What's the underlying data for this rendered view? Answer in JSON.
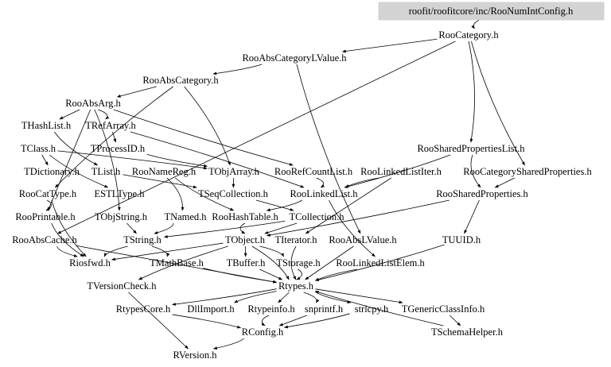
{
  "title": "roofit/roofitcore/inc/RooNumIntConfig.h",
  "root_fill": "#d3d3d3",
  "nodes": [
    {
      "id": "root",
      "label": "roofit/roofitcore/inc/RooNumIntConfig.h",
      "root": true
    },
    {
      "id": "RooCategory",
      "label": "RooCategory.h"
    },
    {
      "id": "RooAbsCategoryLValue",
      "label": "RooAbsCategoryLValue.h"
    },
    {
      "id": "RooAbsCategory",
      "label": "RooAbsCategory.h"
    },
    {
      "id": "RooAbsArg",
      "label": "RooAbsArg.h"
    },
    {
      "id": "THashList",
      "label": "THashList.h"
    },
    {
      "id": "TRefArray",
      "label": "TRefArray.h"
    },
    {
      "id": "TClass",
      "label": "TClass.h"
    },
    {
      "id": "TProcessID",
      "label": "TProcessID.h"
    },
    {
      "id": "RooSharedPropertiesList",
      "label": "RooSharedPropertiesList.h"
    },
    {
      "id": "TDictionary",
      "label": "TDictionary.h"
    },
    {
      "id": "TList",
      "label": "TList.h"
    },
    {
      "id": "RooNameReg",
      "label": "RooNameReg.h"
    },
    {
      "id": "TObjArray",
      "label": "TObjArray.h"
    },
    {
      "id": "RooRefCountList",
      "label": "RooRefCountList.h"
    },
    {
      "id": "RooLinkedListIter",
      "label": "RooLinkedListIter.h"
    },
    {
      "id": "RooCategorySharedProperties",
      "label": "RooCategorySharedProperties.h"
    },
    {
      "id": "RooCatType",
      "label": "RooCatType.h"
    },
    {
      "id": "ESTLType",
      "label": "ESTLType.h"
    },
    {
      "id": "TSeqCollection",
      "label": "TSeqCollection.h"
    },
    {
      "id": "RooLinkedList",
      "label": "RooLinkedList.h"
    },
    {
      "id": "RooSharedProperties",
      "label": "RooSharedProperties.h"
    },
    {
      "id": "RooPrintable",
      "label": "RooPrintable.h"
    },
    {
      "id": "TObjString",
      "label": "TObjString.h"
    },
    {
      "id": "TNamed",
      "label": "TNamed.h"
    },
    {
      "id": "RooHashTable",
      "label": "RooHashTable.h"
    },
    {
      "id": "TCollection",
      "label": "TCollection.h"
    },
    {
      "id": "RooAbsCache",
      "label": "RooAbsCache.h"
    },
    {
      "id": "TString",
      "label": "TString.h"
    },
    {
      "id": "TObject",
      "label": "TObject.h"
    },
    {
      "id": "TIterator",
      "label": "TIterator.h"
    },
    {
      "id": "RooAbsLValue",
      "label": "RooAbsLValue.h"
    },
    {
      "id": "TUUID",
      "label": "TUUID.h"
    },
    {
      "id": "Riosfwd",
      "label": "Riosfwd.h"
    },
    {
      "id": "TMathBase",
      "label": "TMathBase.h"
    },
    {
      "id": "TBuffer",
      "label": "TBuffer.h"
    },
    {
      "id": "TStorage",
      "label": "TStorage.h"
    },
    {
      "id": "RooLinkedListElem",
      "label": "RooLinkedListElem.h"
    },
    {
      "id": "TVersionCheck",
      "label": "TVersionCheck.h"
    },
    {
      "id": "Rtypes",
      "label": "Rtypes.h"
    },
    {
      "id": "RtypesCore",
      "label": "RtypesCore.h"
    },
    {
      "id": "DllImport",
      "label": "DllImport.h"
    },
    {
      "id": "Rtypeinfo",
      "label": "Rtypeinfo.h"
    },
    {
      "id": "snprintf",
      "label": "snprintf.h"
    },
    {
      "id": "strlcpy",
      "label": "strlcpy.h"
    },
    {
      "id": "TGenericClassInfo",
      "label": "TGenericClassInfo.h"
    },
    {
      "id": "RConfig",
      "label": "RConfig.h"
    },
    {
      "id": "TSchemaHelper",
      "label": "TSchemaHelper.h"
    },
    {
      "id": "RVersion",
      "label": "RVersion.h"
    }
  ],
  "edges": [
    [
      "root",
      "RooCategory"
    ],
    [
      "RooCategory",
      "RooAbsCategoryLValue"
    ],
    [
      "RooCategory",
      "RooSharedPropertiesList"
    ],
    [
      "RooCategory",
      "RooCategorySharedProperties"
    ],
    [
      "RooCategory",
      "RooAbsCache"
    ],
    [
      "RooAbsCategoryLValue",
      "RooAbsCategory"
    ],
    [
      "RooAbsCategoryLValue",
      "RooAbsLValue"
    ],
    [
      "RooAbsCategory",
      "RooAbsArg"
    ],
    [
      "RooAbsCategory",
      "TObjArray"
    ],
    [
      "RooAbsCategory",
      "RooCatType"
    ],
    [
      "RooAbsArg",
      "THashList"
    ],
    [
      "RooAbsArg",
      "TRefArray"
    ],
    [
      "RooAbsArg",
      "RooRefCountList"
    ],
    [
      "RooAbsArg",
      "RooPrintable"
    ],
    [
      "RooAbsArg",
      "TObjString"
    ],
    [
      "THashList",
      "TList"
    ],
    [
      "TRefArray",
      "TProcessID"
    ],
    [
      "TRefArray",
      "RooLinkedList"
    ],
    [
      "TProcessID",
      "TObjArray"
    ],
    [
      "TClass",
      "TDictionary"
    ],
    [
      "TClass",
      "TObjArray"
    ],
    [
      "TClass",
      "ESTLType"
    ],
    [
      "TList",
      "TSeqCollection"
    ],
    [
      "RooNameReg",
      "TNamed"
    ],
    [
      "RooNameReg",
      "RooHashTable"
    ],
    [
      "TObjArray",
      "TSeqCollection"
    ],
    [
      "RooRefCountList",
      "RooLinkedList"
    ],
    [
      "RooLinkedListIter",
      "RooLinkedList"
    ],
    [
      "RooLinkedListIter",
      "TIterator"
    ],
    [
      "RooSharedPropertiesList",
      "RooLinkedList"
    ],
    [
      "RooSharedPropertiesList",
      "RooSharedProperties"
    ],
    [
      "RooCategorySharedProperties",
      "RooSharedProperties"
    ],
    [
      "RooCatType",
      "RooPrintable"
    ],
    [
      "RooCatType",
      "Riosfwd"
    ],
    [
      "TSeqCollection",
      "TCollection"
    ],
    [
      "RooLinkedList",
      "RooHashTable"
    ],
    [
      "RooLinkedList",
      "RooLinkedListElem"
    ],
    [
      "RooSharedProperties",
      "TUUID"
    ],
    [
      "RooSharedProperties",
      "TObject"
    ],
    [
      "RooPrintable",
      "Riosfwd"
    ],
    [
      "TObjString",
      "TString"
    ],
    [
      "TNamed",
      "TString"
    ],
    [
      "RooHashTable",
      "TObject"
    ],
    [
      "TCollection",
      "TObject"
    ],
    [
      "TCollection",
      "TString"
    ],
    [
      "RooAbsCache",
      "Riosfwd"
    ],
    [
      "RooAbsCache",
      "Rtypes"
    ],
    [
      "TString",
      "TMathBase"
    ],
    [
      "TString",
      "Riosfwd"
    ],
    [
      "TObject",
      "TBuffer"
    ],
    [
      "TObject",
      "TStorage"
    ],
    [
      "TObject",
      "TVersionCheck"
    ],
    [
      "TObject",
      "Riosfwd"
    ],
    [
      "TObject",
      "Rtypes"
    ],
    [
      "TIterator",
      "Rtypes"
    ],
    [
      "RooAbsLValue",
      "Rtypes"
    ],
    [
      "TUUID",
      "Rtypes"
    ],
    [
      "TMathBase",
      "Rtypes"
    ],
    [
      "TBuffer",
      "Rtypes"
    ],
    [
      "TStorage",
      "Rtypes"
    ],
    [
      "RooLinkedListElem",
      "Rtypes"
    ],
    [
      "TVersionCheck",
      "RVersion"
    ],
    [
      "Rtypes",
      "RtypesCore"
    ],
    [
      "Rtypes",
      "DllImport"
    ],
    [
      "Rtypes",
      "Rtypeinfo"
    ],
    [
      "Rtypes",
      "snprintf"
    ],
    [
      "Rtypes",
      "strlcpy"
    ],
    [
      "Rtypes",
      "TGenericClassInfo"
    ],
    [
      "RtypesCore",
      "RConfig"
    ],
    [
      "Rtypeinfo",
      "RConfig"
    ],
    [
      "snprintf",
      "RConfig"
    ],
    [
      "strlcpy",
      "RConfig"
    ],
    [
      "TSchemaHelper",
      "Rtypes"
    ],
    [
      "TGenericClassInfo",
      "TSchemaHelper"
    ],
    [
      "RConfig",
      "RVersion"
    ]
  ]
}
